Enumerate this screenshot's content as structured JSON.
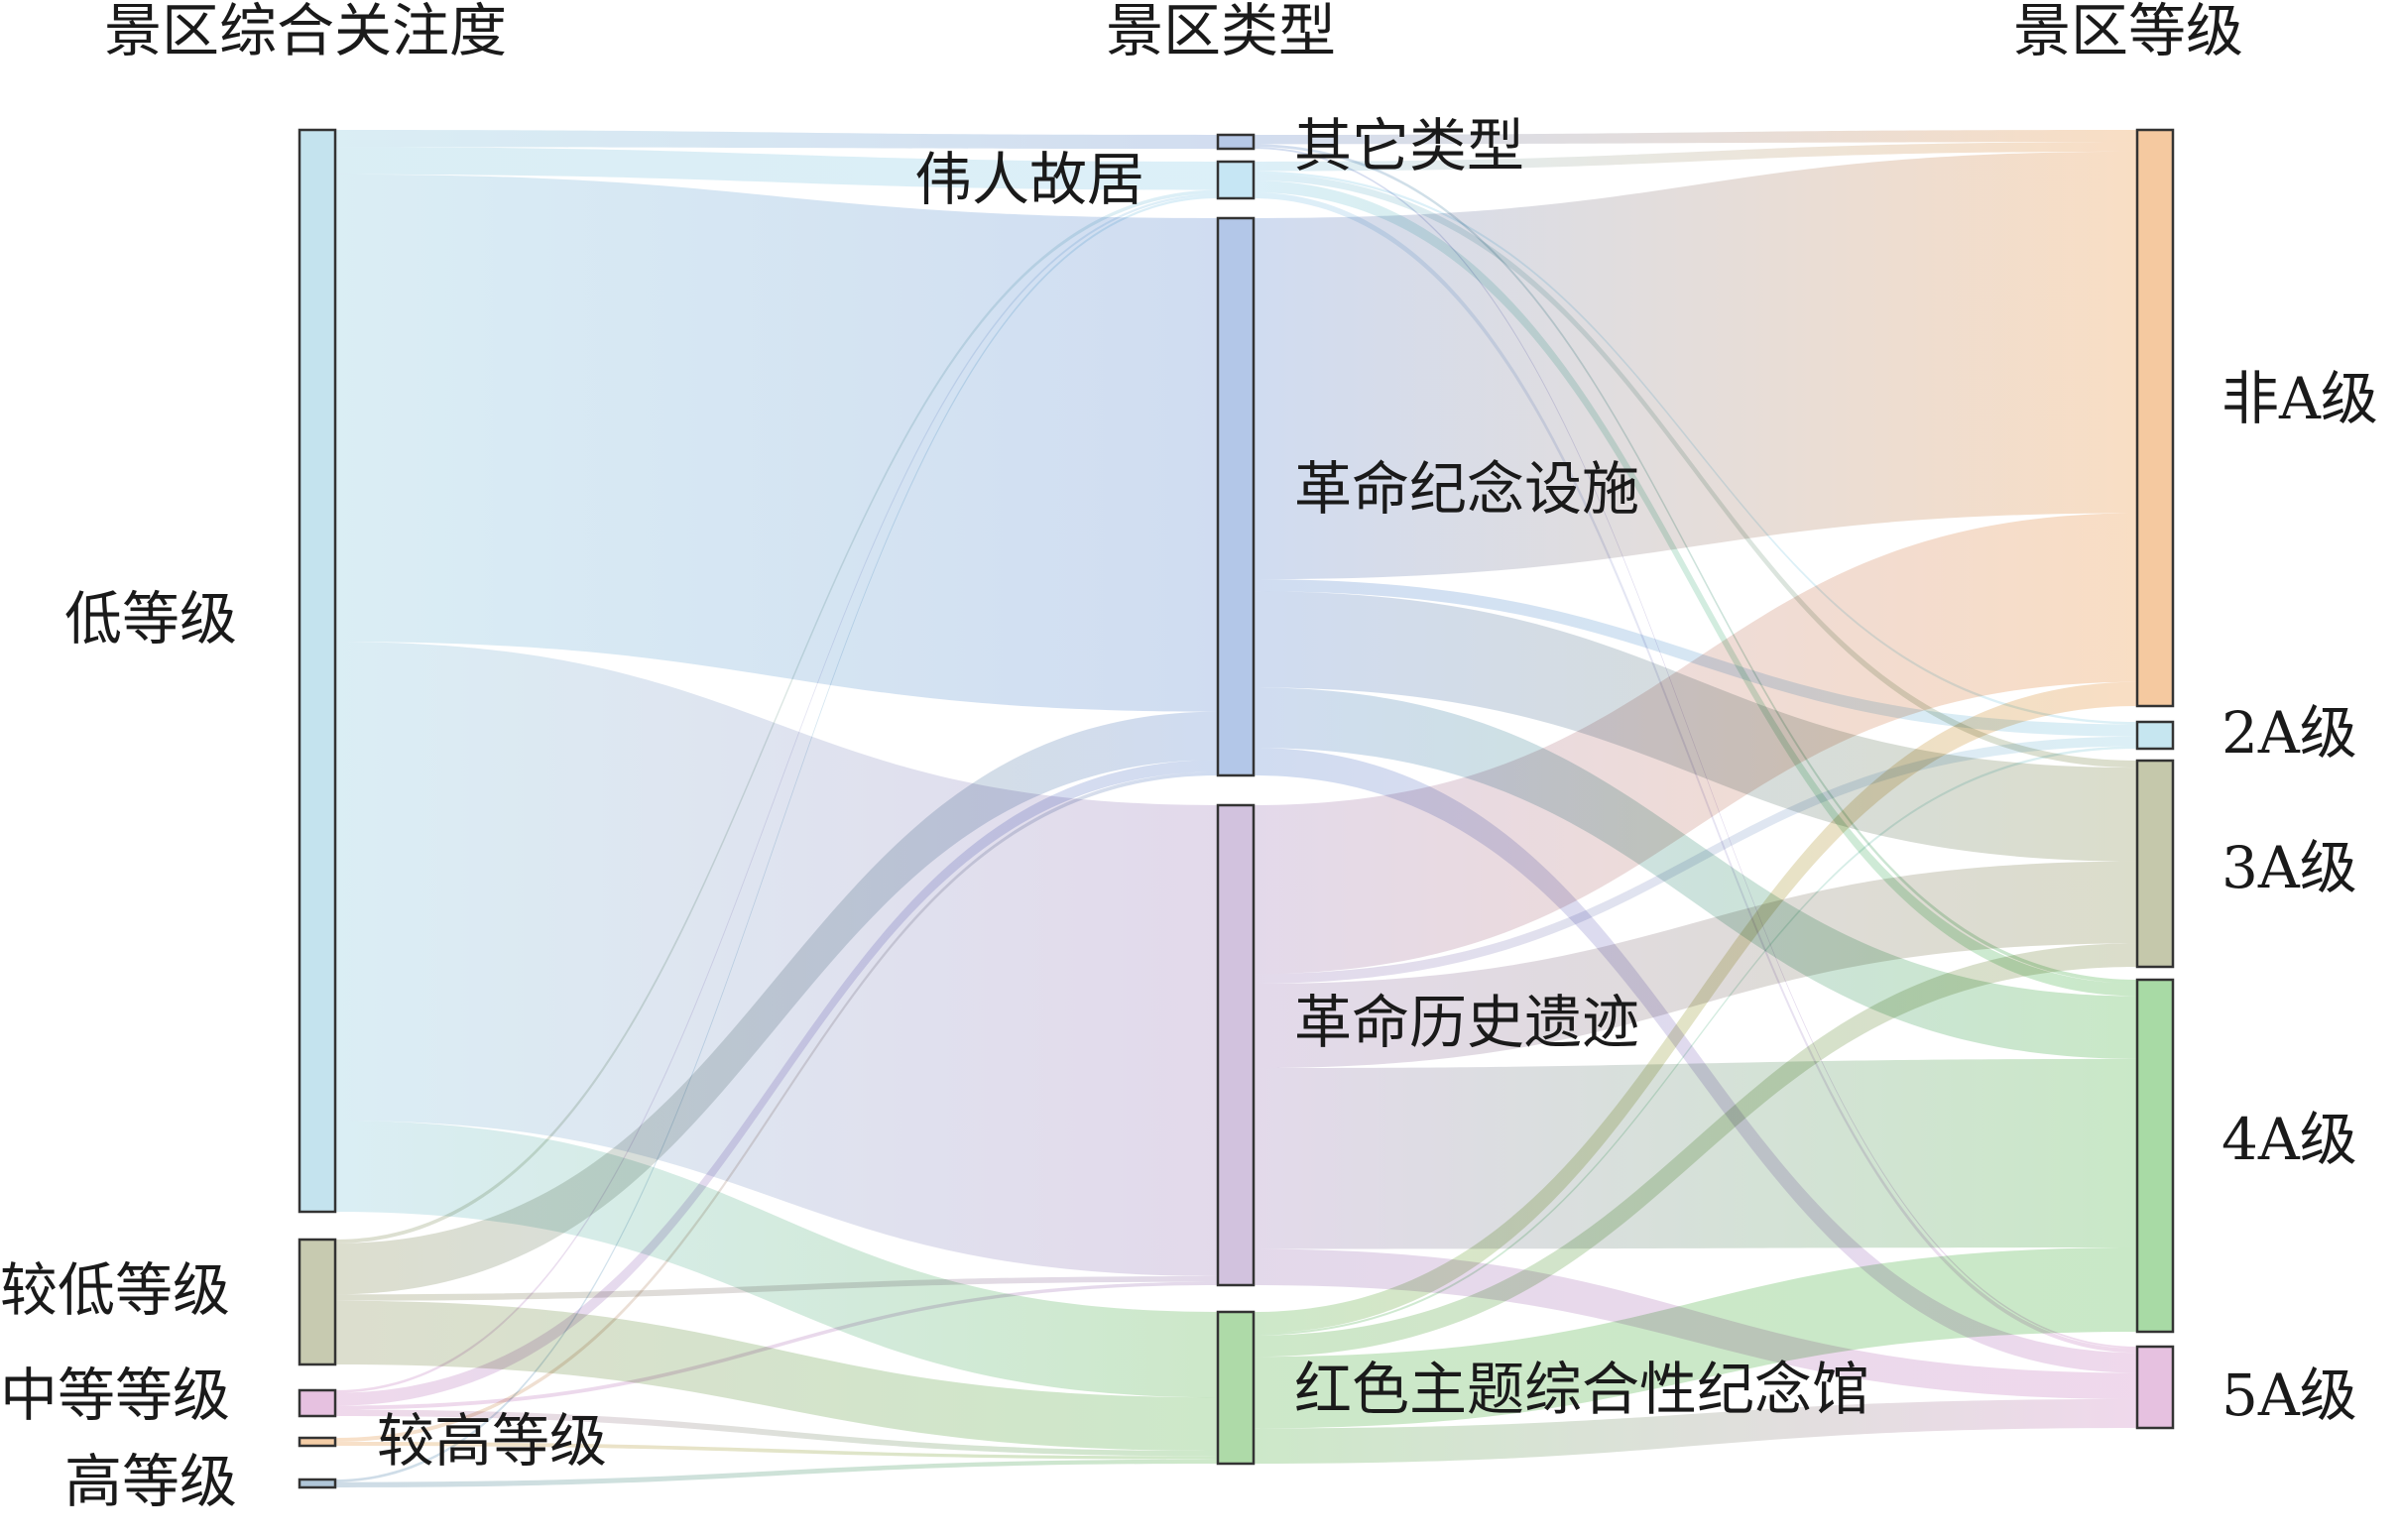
{
  "headers": {
    "col1": "景区综合关注度",
    "col2": "景区类型",
    "col3": "景区等级"
  },
  "columns": [
    [
      {
        "id": "low",
        "label": "低等级",
        "color": "#c4e3ee"
      },
      {
        "id": "midlow",
        "label": "较低等级",
        "color": "#c7cab0"
      },
      {
        "id": "mid",
        "label": "中等等级",
        "color": "#e6c1e0"
      },
      {
        "id": "midhigh",
        "label": "较高等级",
        "color": "#f4cda6"
      },
      {
        "id": "high",
        "label": "高等级",
        "color": "#b0c6d8"
      }
    ],
    [
      {
        "id": "other",
        "label": "其它类型",
        "color": "#b6c8e6"
      },
      {
        "id": "former",
        "label": "伟人故居",
        "color": "#c6e6f4"
      },
      {
        "id": "memfac",
        "label": "革命纪念设施",
        "color": "#b3c7e8"
      },
      {
        "id": "histsite",
        "label": "革命历史遗迹",
        "color": "#d2c2de"
      },
      {
        "id": "redhall",
        "label": "红色主题综合性纪念馆",
        "color": "#aedaa8"
      }
    ],
    [
      {
        "id": "nonA",
        "label": "非A级",
        "color": "#f5c9a0"
      },
      {
        "id": "a2",
        "label": "2A级",
        "color": "#c6e6f0"
      },
      {
        "id": "a3",
        "label": "3A级",
        "color": "#c5c8ab"
      },
      {
        "id": "a4",
        "label": "4A级",
        "color": "#a8daa5"
      },
      {
        "id": "a5",
        "label": "5A级",
        "color": "#e6c1e0"
      }
    ]
  ],
  "links": [
    {
      "source": "low",
      "target": "other",
      "value": 1.5
    },
    {
      "source": "low",
      "target": "former",
      "value": 2.4
    },
    {
      "source": "low",
      "target": "memfac",
      "value": 41
    },
    {
      "source": "low",
      "target": "histsite",
      "value": 42
    },
    {
      "source": "low",
      "target": "redhall",
      "value": 8
    },
    {
      "source": "midlow",
      "target": "former",
      "value": 0.3
    },
    {
      "source": "midlow",
      "target": "memfac",
      "value": 4
    },
    {
      "source": "midlow",
      "target": "histsite",
      "value": 0.5
    },
    {
      "source": "midlow",
      "target": "redhall",
      "value": 5
    },
    {
      "source": "mid",
      "target": "former",
      "value": 0.2
    },
    {
      "source": "mid",
      "target": "memfac",
      "value": 1
    },
    {
      "source": "mid",
      "target": "histsite",
      "value": 0.3
    },
    {
      "source": "mid",
      "target": "redhall",
      "value": 0.5
    },
    {
      "source": "midhigh",
      "target": "memfac",
      "value": 0.3
    },
    {
      "source": "midhigh",
      "target": "redhall",
      "value": 0.3
    },
    {
      "source": "high",
      "target": "former",
      "value": 0.2
    },
    {
      "source": "high",
      "target": "redhall",
      "value": 0.4
    },
    {
      "source": "other",
      "target": "nonA",
      "value": 1
    },
    {
      "source": "other",
      "target": "a4",
      "value": 0.3
    },
    {
      "source": "other",
      "target": "a5",
      "value": 0.2
    },
    {
      "source": "former",
      "target": "nonA",
      "value": 0.8
    },
    {
      "source": "former",
      "target": "a2",
      "value": 0.2
    },
    {
      "source": "former",
      "target": "a3",
      "value": 0.6
    },
    {
      "source": "former",
      "target": "a4",
      "value": 1
    },
    {
      "source": "former",
      "target": "a5",
      "value": 0.5
    },
    {
      "source": "memfac",
      "target": "nonA",
      "value": 30
    },
    {
      "source": "memfac",
      "target": "a2",
      "value": 1
    },
    {
      "source": "memfac",
      "target": "a3",
      "value": 8
    },
    {
      "source": "memfac",
      "target": "a4",
      "value": 5
    },
    {
      "source": "memfac",
      "target": "a5",
      "value": 2.3
    },
    {
      "source": "histsite",
      "target": "nonA",
      "value": 14
    },
    {
      "source": "histsite",
      "target": "a2",
      "value": 0.8
    },
    {
      "source": "histsite",
      "target": "a3",
      "value": 7
    },
    {
      "source": "histsite",
      "target": "a4",
      "value": 15
    },
    {
      "source": "histsite",
      "target": "a5",
      "value": 3
    },
    {
      "source": "redhall",
      "target": "nonA",
      "value": 2
    },
    {
      "source": "redhall",
      "target": "a2",
      "value": 0.2
    },
    {
      "source": "redhall",
      "target": "a3",
      "value": 2
    },
    {
      "source": "redhall",
      "target": "a4",
      "value": 6.7
    },
    {
      "source": "redhall",
      "target": "a5",
      "value": 3.3
    }
  ]
}
